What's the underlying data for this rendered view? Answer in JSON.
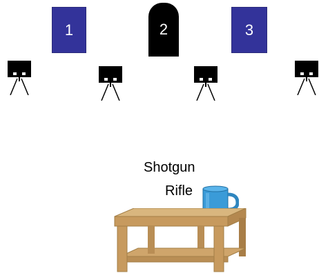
{
  "targets": [
    {
      "label": "1",
      "shape": "square",
      "color": "#33339a"
    },
    {
      "label": "2",
      "shape": "arched",
      "color": "#000000"
    },
    {
      "label": "3",
      "shape": "square",
      "color": "#33339a"
    }
  ],
  "speakers": [
    {
      "icon": "speaker-on-stand-icon"
    },
    {
      "icon": "speaker-on-stand-icon"
    },
    {
      "icon": "speaker-on-stand-icon"
    },
    {
      "icon": "speaker-on-stand-icon"
    }
  ],
  "labels": {
    "shotgun": "Shotgun",
    "rifle": "Rifle"
  },
  "objects": {
    "mug": {
      "icon": "mug-icon",
      "color": "#3a9bd8"
    },
    "table": {
      "icon": "wooden-table-icon",
      "color": "#c9a36a"
    }
  }
}
